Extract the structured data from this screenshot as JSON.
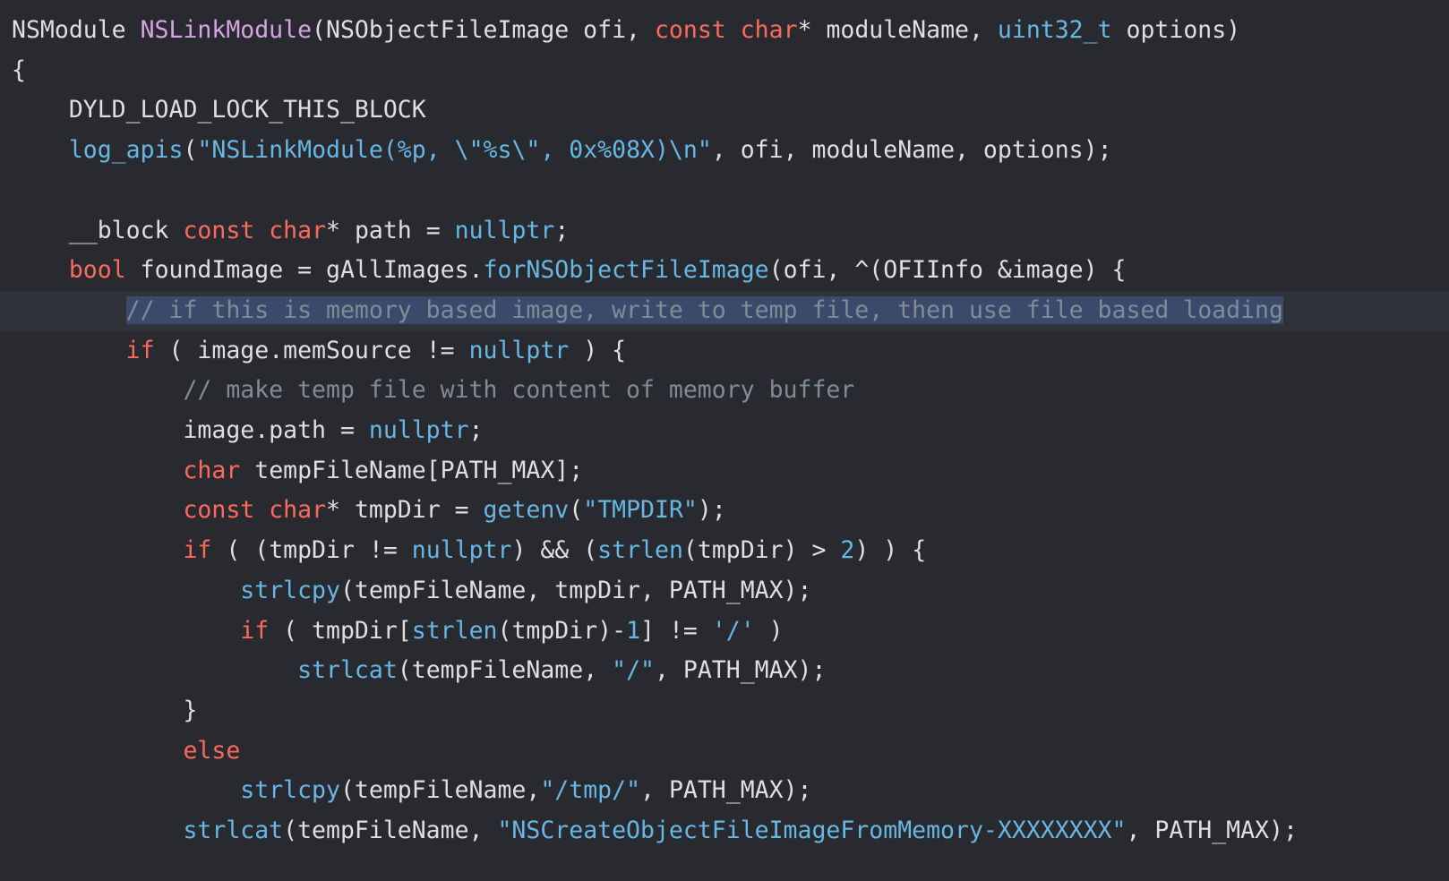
{
  "colors": {
    "background": "#292a30",
    "current_line": "#2f3239",
    "selection": "#3b4a6b",
    "plain": "#dfdfe0",
    "keyword": "#fc6a5d",
    "function": "#67b7e4",
    "declaration": "#d6a3e5",
    "comment": "#7f8c98"
  },
  "lines": [
    [
      {
        "t": "NSModule ",
        "c": "plain"
      },
      {
        "t": "NSLinkModule",
        "c": "decl"
      },
      {
        "t": "(NSObjectFileImage ofi, ",
        "c": "plain"
      },
      {
        "t": "const",
        "c": "keyword"
      },
      {
        "t": " ",
        "c": "plain"
      },
      {
        "t": "char",
        "c": "keyword"
      },
      {
        "t": "* moduleName, ",
        "c": "plain"
      },
      {
        "t": "uint32_t",
        "c": "func"
      },
      {
        "t": " options)",
        "c": "plain"
      }
    ],
    [
      {
        "t": "{",
        "c": "plain"
      }
    ],
    [
      {
        "t": "    DYLD_LOAD_LOCK_THIS_BLOCK",
        "c": "plain"
      }
    ],
    [
      {
        "t": "    ",
        "c": "plain"
      },
      {
        "t": "log_apis",
        "c": "func"
      },
      {
        "t": "(",
        "c": "plain"
      },
      {
        "t": "\"NSLinkModule(%p, \\\"%s\\\", 0x%08X)\\n\"",
        "c": "strblue"
      },
      {
        "t": ", ofi, moduleName, options);",
        "c": "plain"
      }
    ],
    [
      {
        "t": "",
        "c": "plain"
      }
    ],
    [
      {
        "t": "    __block ",
        "c": "plain"
      },
      {
        "t": "const",
        "c": "keyword"
      },
      {
        "t": " ",
        "c": "plain"
      },
      {
        "t": "char",
        "c": "keyword"
      },
      {
        "t": "* path = ",
        "c": "plain"
      },
      {
        "t": "nullptr",
        "c": "func"
      },
      {
        "t": ";",
        "c": "plain"
      }
    ],
    [
      {
        "t": "    ",
        "c": "plain"
      },
      {
        "t": "bool",
        "c": "keyword"
      },
      {
        "t": " foundImage = gAllImages.",
        "c": "plain"
      },
      {
        "t": "forNSObjectFileImage",
        "c": "func"
      },
      {
        "t": "(ofi, ^(OFIInfo &image) {",
        "c": "plain"
      }
    ],
    [
      {
        "t": "        ",
        "c": "plain"
      },
      {
        "t": "// if this is memory based image, write to temp file, then use file based loading",
        "c": "comment",
        "sel": true
      }
    ],
    [
      {
        "t": "        ",
        "c": "plain"
      },
      {
        "t": "if",
        "c": "keyword"
      },
      {
        "t": " ( image.memSource != ",
        "c": "plain"
      },
      {
        "t": "nullptr",
        "c": "func"
      },
      {
        "t": " ) {",
        "c": "plain"
      }
    ],
    [
      {
        "t": "            ",
        "c": "plain"
      },
      {
        "t": "// make temp file with content of memory buffer",
        "c": "comment"
      }
    ],
    [
      {
        "t": "            image.path = ",
        "c": "plain"
      },
      {
        "t": "nullptr",
        "c": "func"
      },
      {
        "t": ";",
        "c": "plain"
      }
    ],
    [
      {
        "t": "            ",
        "c": "plain"
      },
      {
        "t": "char",
        "c": "keyword"
      },
      {
        "t": " tempFileName[PATH_MAX];",
        "c": "plain"
      }
    ],
    [
      {
        "t": "            ",
        "c": "plain"
      },
      {
        "t": "const",
        "c": "keyword"
      },
      {
        "t": " ",
        "c": "plain"
      },
      {
        "t": "char",
        "c": "keyword"
      },
      {
        "t": "* tmpDir = ",
        "c": "plain"
      },
      {
        "t": "getenv",
        "c": "func"
      },
      {
        "t": "(",
        "c": "plain"
      },
      {
        "t": "\"TMPDIR\"",
        "c": "strblue"
      },
      {
        "t": ");",
        "c": "plain"
      }
    ],
    [
      {
        "t": "            ",
        "c": "plain"
      },
      {
        "t": "if",
        "c": "keyword"
      },
      {
        "t": " ( (tmpDir != ",
        "c": "plain"
      },
      {
        "t": "nullptr",
        "c": "func"
      },
      {
        "t": ") && (",
        "c": "plain"
      },
      {
        "t": "strlen",
        "c": "func"
      },
      {
        "t": "(tmpDir) > ",
        "c": "plain"
      },
      {
        "t": "2",
        "c": "func"
      },
      {
        "t": ") ) {",
        "c": "plain"
      }
    ],
    [
      {
        "t": "                ",
        "c": "plain"
      },
      {
        "t": "strlcpy",
        "c": "func"
      },
      {
        "t": "(tempFileName, tmpDir, PATH_MAX);",
        "c": "plain"
      }
    ],
    [
      {
        "t": "                ",
        "c": "plain"
      },
      {
        "t": "if",
        "c": "keyword"
      },
      {
        "t": " ( tmpDir[",
        "c": "plain"
      },
      {
        "t": "strlen",
        "c": "func"
      },
      {
        "t": "(tmpDir)-",
        "c": "plain"
      },
      {
        "t": "1",
        "c": "func"
      },
      {
        "t": "] != ",
        "c": "plain"
      },
      {
        "t": "'/'",
        "c": "strblue"
      },
      {
        "t": " )",
        "c": "plain"
      }
    ],
    [
      {
        "t": "                    ",
        "c": "plain"
      },
      {
        "t": "strlcat",
        "c": "func"
      },
      {
        "t": "(tempFileName, ",
        "c": "plain"
      },
      {
        "t": "\"/\"",
        "c": "strblue"
      },
      {
        "t": ", PATH_MAX);",
        "c": "plain"
      }
    ],
    [
      {
        "t": "            }",
        "c": "plain"
      }
    ],
    [
      {
        "t": "            ",
        "c": "plain"
      },
      {
        "t": "else",
        "c": "keyword"
      }
    ],
    [
      {
        "t": "                ",
        "c": "plain"
      },
      {
        "t": "strlcpy",
        "c": "func"
      },
      {
        "t": "(tempFileName,",
        "c": "plain"
      },
      {
        "t": "\"/tmp/\"",
        "c": "strblue"
      },
      {
        "t": ", PATH_MAX);",
        "c": "plain"
      }
    ],
    [
      {
        "t": "            ",
        "c": "plain"
      },
      {
        "t": "strlcat",
        "c": "func"
      },
      {
        "t": "(tempFileName, ",
        "c": "plain"
      },
      {
        "t": "\"NSCreateObjectFileImageFromMemory-XXXXXXXX\"",
        "c": "strblue"
      },
      {
        "t": ", PATH_MAX);",
        "c": "plain"
      }
    ]
  ]
}
